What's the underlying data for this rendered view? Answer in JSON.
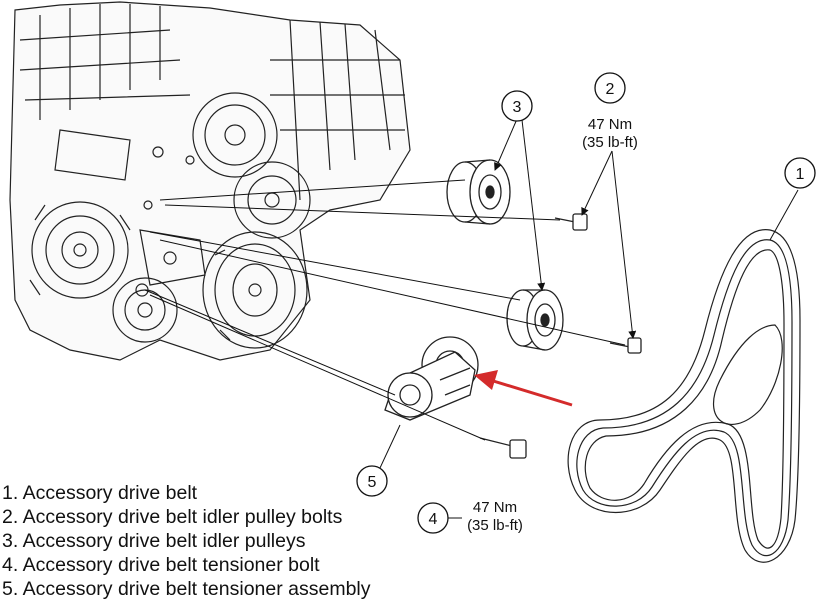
{
  "callouts": [
    {
      "number": "1"
    },
    {
      "number": "2"
    },
    {
      "number": "3"
    },
    {
      "number": "4"
    },
    {
      "number": "5"
    }
  ],
  "torque_specs": {
    "callout_2": {
      "metric": "47 Nm",
      "imperial": "(35 lb-ft)"
    },
    "callout_4": {
      "metric": "47 Nm",
      "imperial": "(35 lb-ft)"
    }
  },
  "legend": [
    "1. Accessory drive belt",
    "2. Accessory drive belt idler pulley bolts",
    "3. Accessory drive belt idler pulleys",
    "4. Accessory drive belt tensioner bolt",
    "5. Accessory drive belt tensioner assembly"
  ],
  "colors": {
    "arrow": "#d42b2b",
    "line": "#111111"
  }
}
